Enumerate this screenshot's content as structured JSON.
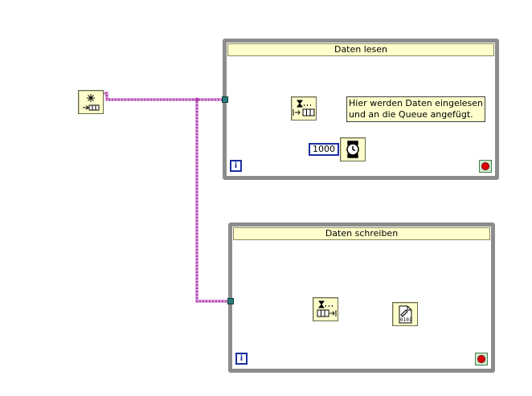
{
  "loops": [
    {
      "title": "Daten lesen"
    },
    {
      "title": "Daten schreiben"
    }
  ],
  "comment": "Hier werden Daten eingelesen\nund an die Queue angefügt.",
  "wait_constant": "1000",
  "iteration_label": "i",
  "icons": {
    "obtain_queue": "obtain-queue-icon",
    "enqueue": "enqueue-element-icon",
    "wait": "wait-ms-icon",
    "dequeue": "dequeue-element-icon",
    "write_file": "write-binary-file-icon",
    "stop": "stop-terminal-icon"
  },
  "colors": {
    "wire_queue": "#b040b0",
    "loop_border": "#8c8c8c",
    "node_fill": "#ffffcc",
    "constant_border": "#1a2ea0"
  }
}
